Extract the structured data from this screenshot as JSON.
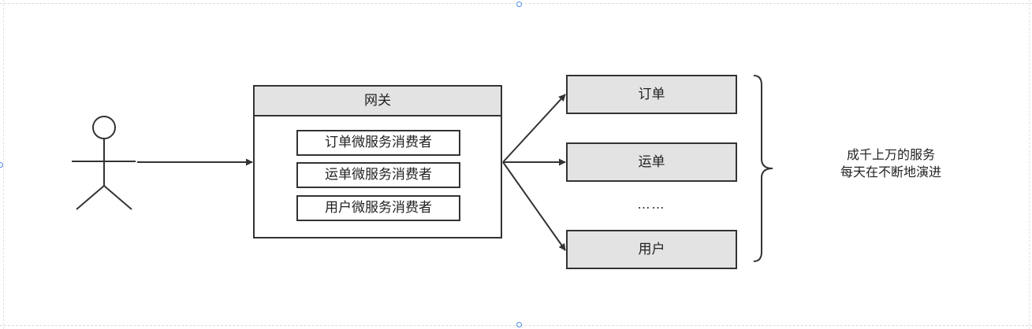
{
  "gateway": {
    "title": "网关",
    "consumers": [
      "订单微服务消费者",
      "运单微服务消费者",
      "用户微服务消费者"
    ]
  },
  "services": [
    "订单",
    "运单",
    "用户"
  ],
  "ellipsis": "……",
  "note": {
    "line1": "成千上万的服务",
    "line2": "每天在不断地演进"
  },
  "colors": {
    "stroke": "#333333",
    "box_fill": "#e3e3e3",
    "handle": "#4f8be6"
  }
}
